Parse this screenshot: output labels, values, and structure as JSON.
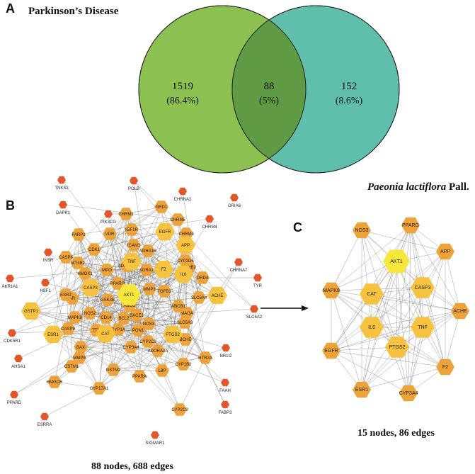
{
  "panels": {
    "a": "A",
    "b": "B",
    "c": "C"
  },
  "venn": {
    "left_label": "Parkinson’s Disease",
    "right_label_italic": "Paeonia lactiflora",
    "right_label_suffix": " Pall.",
    "left_count": "1519",
    "left_pct": "(86.4%)",
    "overlap_count": "88",
    "overlap_pct": "(5%)",
    "right_count": "152",
    "right_pct": "(8.6%)",
    "colors": {
      "left": "#8cc152",
      "right": "#5fbfac",
      "overlap": "#5f9a45"
    }
  },
  "network_b": {
    "caption": "88 nodes, 688 edges",
    "nodes": [
      {
        "id": "AKT1",
        "tier": 0
      },
      {
        "id": "TNF",
        "tier": 1
      },
      {
        "id": "IL6",
        "tier": 1
      },
      {
        "id": "CAT",
        "tier": 1
      },
      {
        "id": "ESR1",
        "tier": 1
      },
      {
        "id": "F2",
        "tier": 1
      },
      {
        "id": "PTGS2",
        "tier": 1
      },
      {
        "id": "APP",
        "tier": 1
      },
      {
        "id": "CASP3",
        "tier": 1
      },
      {
        "id": "EGFR",
        "tier": 1
      },
      {
        "id": "ACHE",
        "tier": 1
      },
      {
        "id": "GSTP1",
        "tier": 1
      },
      {
        "id": "NOS3",
        "tier": 2
      },
      {
        "id": "MAPK8",
        "tier": 2
      },
      {
        "id": "CYP3A4",
        "tier": 2
      },
      {
        "id": "AR",
        "tier": 2
      },
      {
        "id": "MMP9",
        "tier": 2
      },
      {
        "id": "MPO",
        "tier": 2
      },
      {
        "id": "BCL2",
        "tier": 2
      },
      {
        "id": "CASP9",
        "tier": 2
      },
      {
        "id": "HMOX1",
        "tier": 2
      },
      {
        "id": "NOS2",
        "tier": 2
      },
      {
        "id": "IGF1R",
        "tier": 2
      },
      {
        "id": "PPARG",
        "tier": 2
      },
      {
        "id": "GSK3B",
        "tier": 2
      },
      {
        "id": "ADRA1B",
        "tier": 2
      },
      {
        "id": "ICAM1",
        "tier": 2
      },
      {
        "id": "CASP8",
        "tier": 2
      },
      {
        "id": "ADRA1",
        "tier": 2
      },
      {
        "id": "CYP1A",
        "tier": 2
      },
      {
        "id": "ABCG",
        "tier": 2
      },
      {
        "id": "MMP3",
        "tier": 2
      },
      {
        "id": "TGFB1",
        "tier": 2
      },
      {
        "id": "PARP1",
        "tier": 2
      },
      {
        "id": "ESR2",
        "tier": 2
      },
      {
        "id": "BACE1",
        "tier": 2
      },
      {
        "id": "PON1",
        "tier": 2
      },
      {
        "id": "CYP2C1",
        "tier": 2
      },
      {
        "id": "BCHE",
        "tier": 2
      },
      {
        "id": "GSTM1",
        "tier": 2
      },
      {
        "id": "GSTM2",
        "tier": 2
      },
      {
        "id": "PPARA",
        "tier": 2
      },
      {
        "id": "HTR2A",
        "tier": 2
      },
      {
        "id": "MAOA",
        "tier": 2
      },
      {
        "id": "ABCB1",
        "tier": 2
      },
      {
        "id": "SLC6A4",
        "tier": 2
      },
      {
        "id": "ADRB2",
        "tier": 2
      },
      {
        "id": "DRD4",
        "tier": 2
      },
      {
        "id": "CHRM1",
        "tier": 2
      },
      {
        "id": "DRD1",
        "tier": 2
      },
      {
        "id": "VDR",
        "tier": 2
      },
      {
        "id": "CDK1",
        "tier": 2
      },
      {
        "id": "MT1B1",
        "tier": 2
      },
      {
        "id": "ADORA1",
        "tier": 2
      },
      {
        "id": "CD14",
        "tier": 2
      },
      {
        "id": "TTR",
        "tier": 2
      },
      {
        "id": "BAX",
        "tier": 2
      },
      {
        "id": "SLC6A3",
        "tier": 2
      },
      {
        "id": "ADORA2A",
        "tier": 2
      },
      {
        "id": "CYP1B2",
        "tier": 2
      },
      {
        "id": "LBP",
        "tier": 2
      },
      {
        "id": "HMGCR",
        "tier": 2
      },
      {
        "id": "CYP17A1",
        "tier": 2
      },
      {
        "id": "CYP2D6",
        "tier": 2
      },
      {
        "id": "CHRM3",
        "tier": 2
      },
      {
        "id": "CHRM5",
        "tier": 2
      },
      {
        "id": "CYP2C9",
        "tier": 2
      },
      {
        "id": "HSF1",
        "tier": 3
      },
      {
        "id": "INSR",
        "tier": 3
      },
      {
        "id": "PIK3CG",
        "tier": 3
      },
      {
        "id": "DAPK1",
        "tier": 3
      },
      {
        "id": "TNKS2",
        "tier": 3
      },
      {
        "id": "POLB",
        "tier": 3
      },
      {
        "id": "CHRNA2",
        "tier": 3
      },
      {
        "id": "GRIA6",
        "tier": 3
      },
      {
        "id": "CHRM4",
        "tier": 3
      },
      {
        "id": "CHRNA7",
        "tier": 3
      },
      {
        "id": "TYR",
        "tier": 3
      },
      {
        "id": "SLC6A2",
        "tier": 3
      },
      {
        "id": "NR1I2",
        "tier": 3
      },
      {
        "id": "FAAH",
        "tier": 3
      },
      {
        "id": "FABP3",
        "tier": 3
      },
      {
        "id": "SIGMAR1",
        "tier": 3
      },
      {
        "id": "ESRRA",
        "tier": 3
      },
      {
        "id": "PPARD",
        "tier": 3
      },
      {
        "id": "AHSA1",
        "tier": 3
      },
      {
        "id": "CDK5R1",
        "tier": 3
      },
      {
        "id": "AKR1A1",
        "tier": 3
      }
    ]
  },
  "network_c": {
    "caption": "15 nodes, 86 edges",
    "nodes": [
      {
        "id": "AKT1",
        "tier": 0
      },
      {
        "id": "CAT",
        "tier": 1
      },
      {
        "id": "CASP3",
        "tier": 1
      },
      {
        "id": "IL6",
        "tier": 1
      },
      {
        "id": "TNF",
        "tier": 1
      },
      {
        "id": "PTGS2",
        "tier": 1
      },
      {
        "id": "NOS3",
        "tier": 2
      },
      {
        "id": "PPARG",
        "tier": 2
      },
      {
        "id": "APP",
        "tier": 2
      },
      {
        "id": "ACHE",
        "tier": 2
      },
      {
        "id": "F2",
        "tier": 2
      },
      {
        "id": "CYP3A4",
        "tier": 2
      },
      {
        "id": "ESR1",
        "tier": 2
      },
      {
        "id": "EGFR",
        "tier": 2
      },
      {
        "id": "MAPK8",
        "tier": 2
      }
    ]
  },
  "node_colors": [
    "#f7e63b",
    "#f6c23f",
    "#eea23a",
    "#e2572a"
  ]
}
